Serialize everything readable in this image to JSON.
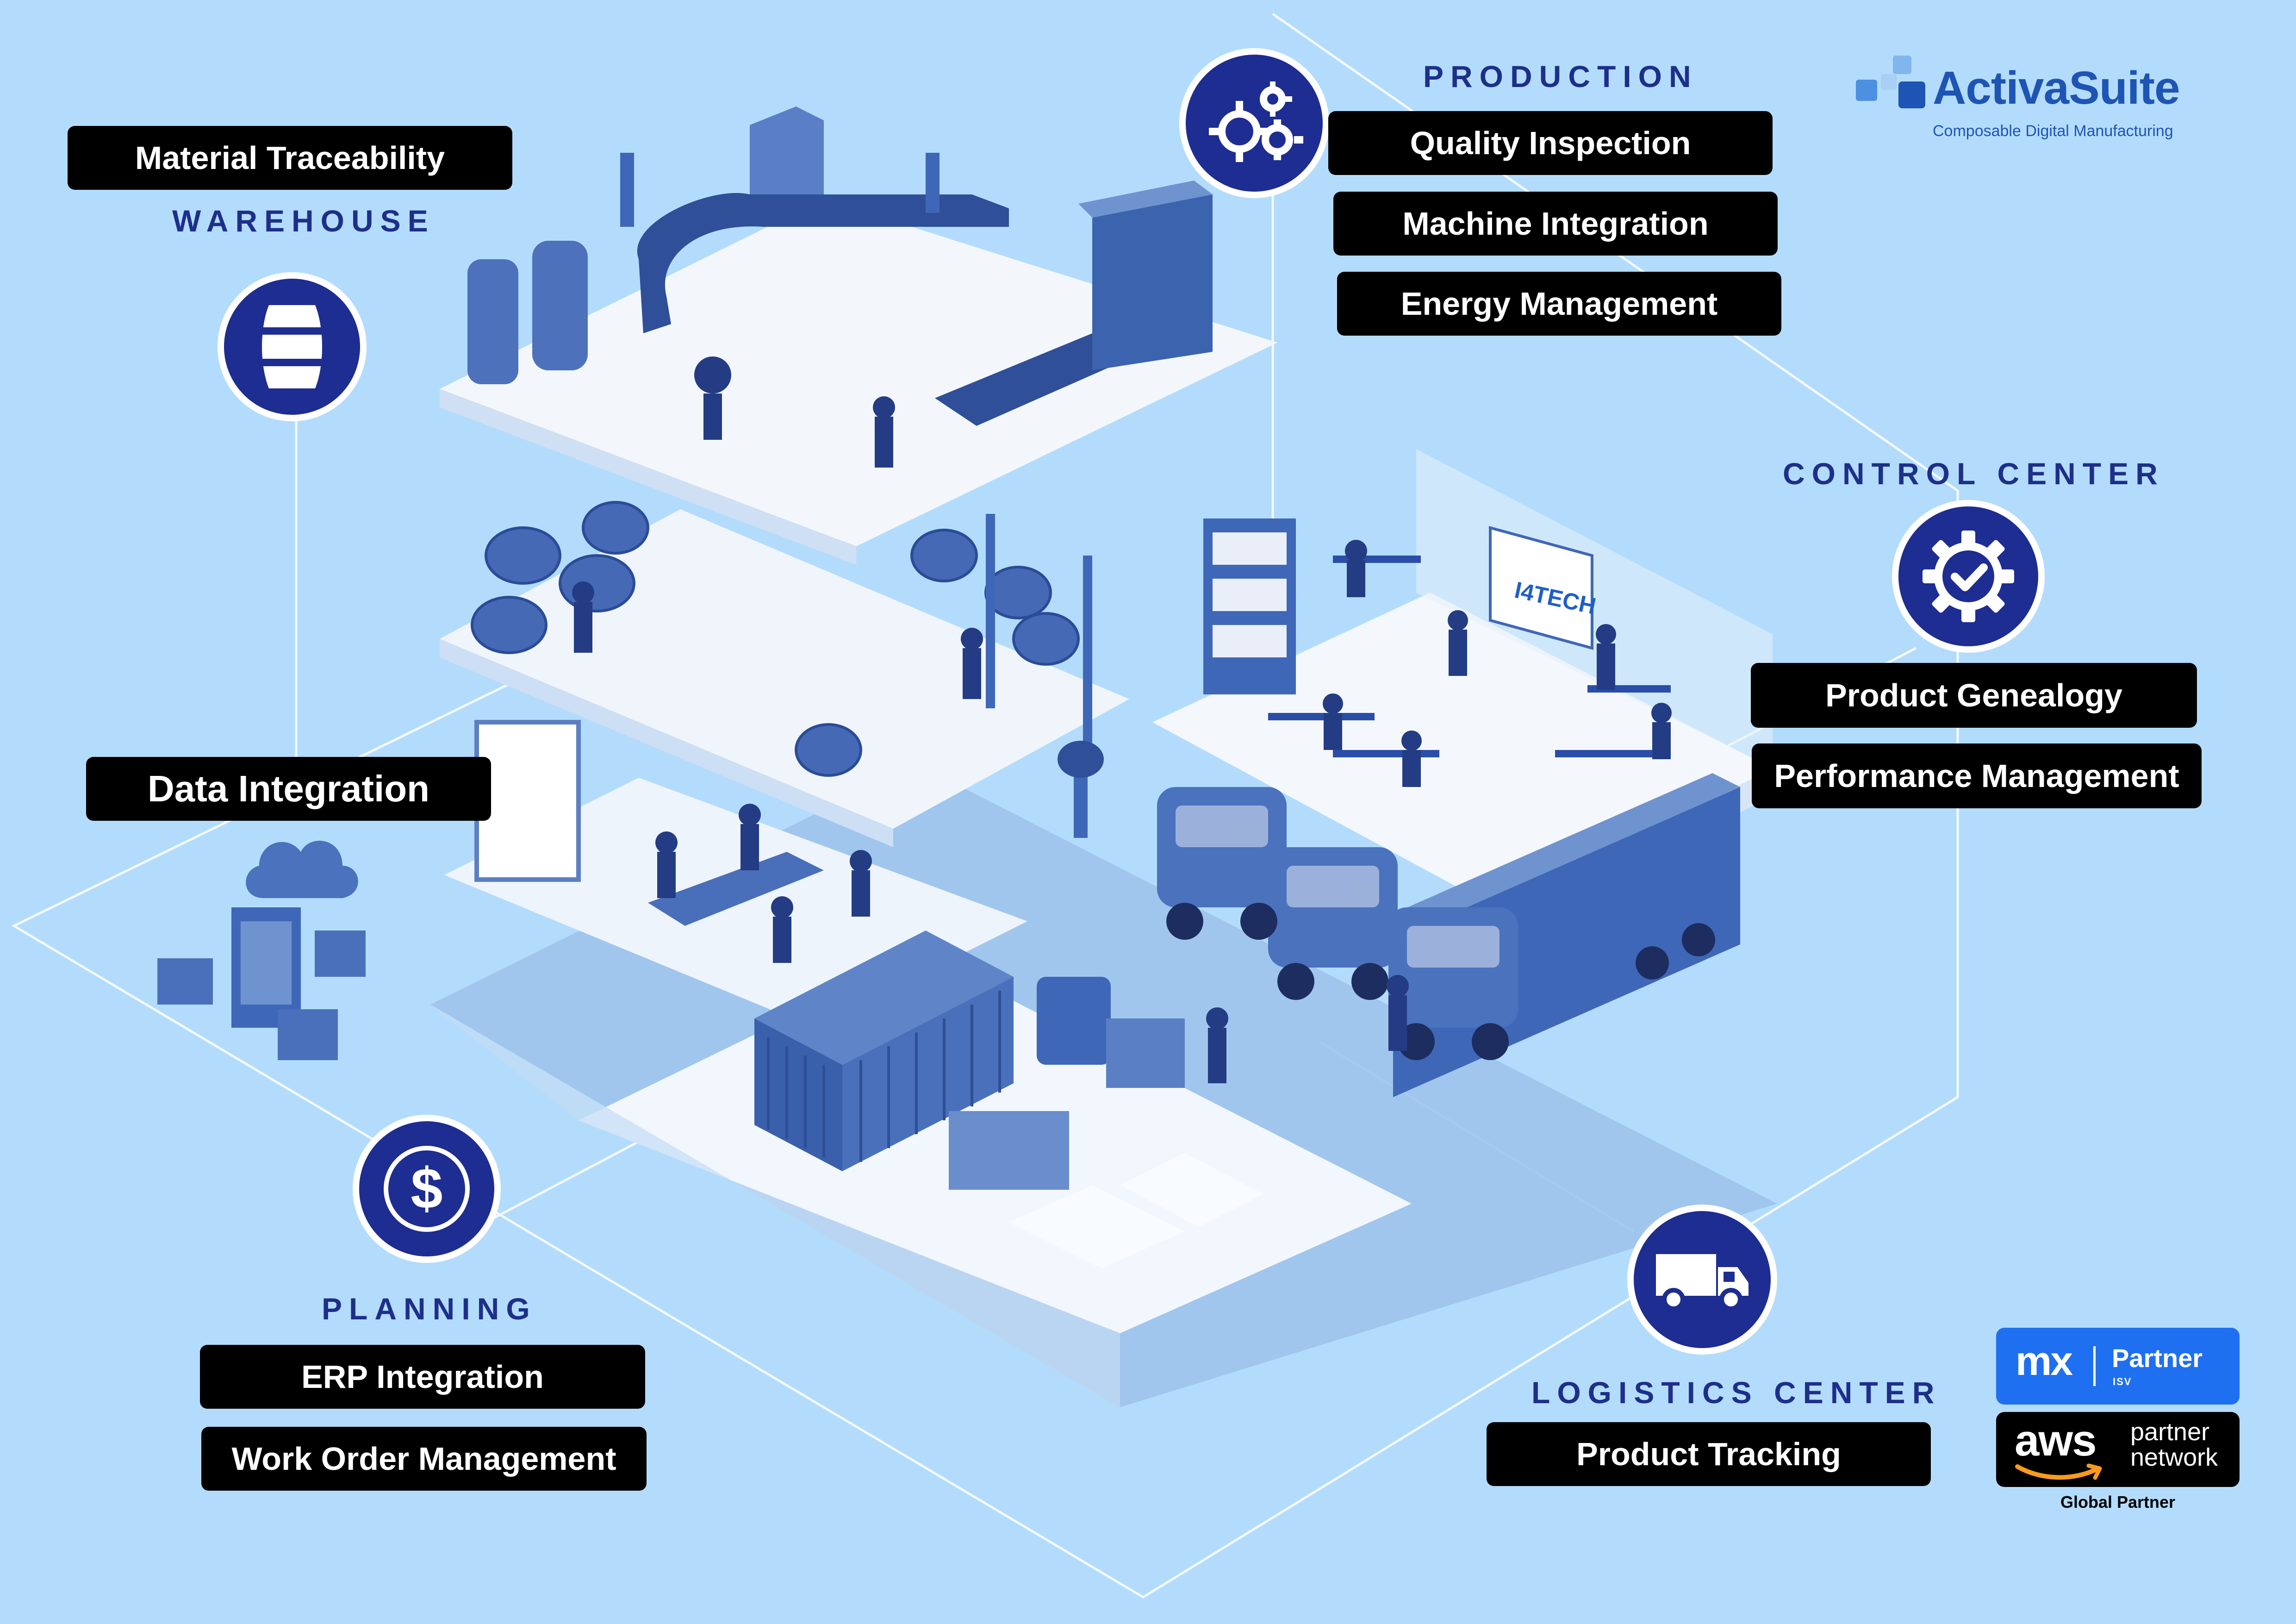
{
  "brand": {
    "name": "ActivaSuite",
    "tagline": "Composable Digital Manufacturing"
  },
  "colors": {
    "background": "#b3dcfc",
    "navy": "#1e2d91",
    "pill_bg": "#000000",
    "pill_text": "#ffffff",
    "brand_blue": "#1e54b4",
    "mendix_blue": "#1f70f1",
    "aws_orange": "#f79a1f"
  },
  "sections": {
    "warehouse": {
      "title": "WAREHOUSE",
      "icon": "barrel-icon",
      "features": [
        "Material Traceability"
      ]
    },
    "production": {
      "title": "PRODUCTION",
      "icon": "gears-icon",
      "features": [
        "Quality Inspection",
        "Machine Integration",
        "Energy Management"
      ]
    },
    "control_center": {
      "title": "CONTROL CENTER",
      "icon": "gear-check-icon",
      "features": [
        "Product Genealogy",
        "Performance Management"
      ]
    },
    "planning": {
      "title": "PLANNING",
      "icon": "dollar-icon",
      "features": [
        "ERP Integration",
        "Work Order Management"
      ]
    },
    "logistics_center": {
      "title": "LOGISTICS CENTER",
      "icon": "truck-icon",
      "features": [
        "Product Tracking"
      ]
    },
    "data": {
      "features": [
        "Data Integration"
      ],
      "icon": "cloud-server-icon"
    }
  },
  "factory_sign": "I4TECH",
  "partners": {
    "mendix": {
      "logo_text": "mx",
      "label": "Partner",
      "sublabel": "ISV"
    },
    "aws": {
      "logo_text": "aws",
      "label_line1": "partner",
      "label_line2": "network",
      "caption": "Global Partner"
    }
  }
}
